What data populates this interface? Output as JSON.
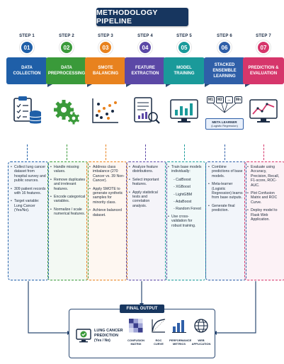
{
  "title": "METHODOLOGY PIPELINE",
  "steps": [
    {
      "step_label": "STEP 1",
      "number": "01",
      "name": "DATA\nCOLLECTION",
      "color": "#1f5fa8",
      "icon": "clipboard-database-icon",
      "details": [
        "Collect lung cancer dataset from hospital survey and public sources.",
        "309 patient records with 16 features.",
        "Target variable: Lung Cancer (Yes/No)."
      ]
    },
    {
      "step_label": "STEP 2",
      "number": "02",
      "name": "DATA\nPREPROCESSING",
      "color": "#3a9a3a",
      "icon": "gears-icon",
      "details": [
        "Handle missing values.",
        "Remove duplicates and irrelevant features.",
        "Encode categorical variables.",
        "Normalize / scale numerical features."
      ]
    },
    {
      "step_label": "STEP 3",
      "number": "03",
      "name": "SMOTE\nBALANCING",
      "color": "#e8821e",
      "icon": "balance-scatter-icon",
      "details": [
        "Address class imbalance (270 Cancer vs. 39 Non-Cancer).",
        "Apply SMOTE to generate synthetic samples for minority class.",
        "Achieve balanced dataset."
      ]
    },
    {
      "step_label": "STEP 4",
      "number": "04",
      "name": "FEATURE\nEXTRACTION",
      "color": "#5b48a6",
      "icon": "document-chart-icon",
      "details": [
        "Analyze feature distributions.",
        "Select important features.",
        "Apply statistical tests and correlation analysis."
      ]
    },
    {
      "step_label": "STEP 5",
      "number": "05",
      "name": "MODEL\nTRAINING",
      "color": "#1a9a9a",
      "icon": "monitor-chart-icon",
      "details": [
        "Train base models individually:",
        "- CatBoost",
        "- XGBoost",
        "- LightGBM",
        "- AdaBoost",
        "- Random Forest",
        "Use cross-validation for robust training."
      ]
    },
    {
      "step_label": "STEP 6",
      "number": "06",
      "name": "STACKED\nENSEMBLE\nLEARNING",
      "color": "#2f5fa8",
      "icon": "ensemble-icon",
      "ensemble": {
        "models": [
          "M1",
          "M2",
          "...",
          "Mn"
        ],
        "meta_label": "META LEARNER",
        "meta_sub": "(Logistic Regression)"
      },
      "details": [
        "Combine predictions of base models.",
        "Meta-learner (Logistic Regression) learns from base outputs.",
        "Generate final prediction."
      ]
    },
    {
      "step_label": "STEP 7",
      "number": "07",
      "name": "PREDICTION &\nEVALUATION",
      "color": "#d6366b",
      "icon": "monitor-trend-icon",
      "details": [
        "Evaluate using Accuracy, Precision, Recall, F1-score, ROC-AUC.",
        "Plot Confusion Matrix and ROC Curve.",
        "Deploy model to Flask Web Application."
      ]
    }
  ],
  "final_output": {
    "title": "FINAL OUTPUT",
    "prediction_title": "LUNG CANCER\nPREDICTION",
    "prediction_sub": "(Yes / No)",
    "items": [
      {
        "label": "CONFUSION\nMATRIX",
        "icon": "confusion-matrix-icon"
      },
      {
        "label": "ROC\nCURVE",
        "icon": "roc-curve-icon"
      },
      {
        "label": "PERFORMANCE\nMETRICS",
        "icon": "bar-chart-icon"
      },
      {
        "label": "WEB\nAPPLICATION",
        "icon": "globe-icon"
      }
    ]
  }
}
